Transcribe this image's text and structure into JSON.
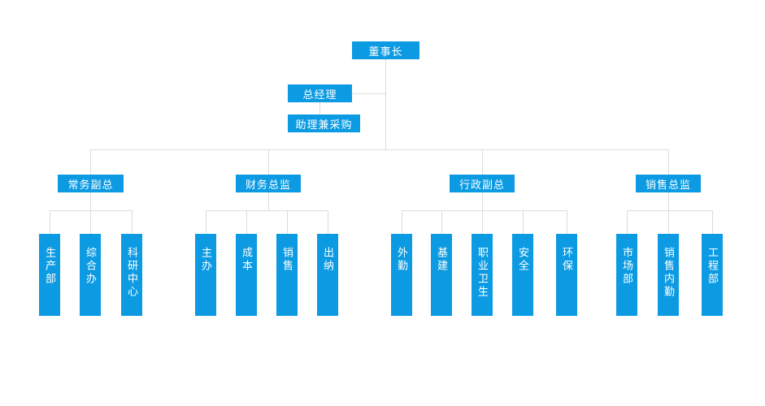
{
  "colors": {
    "node-fill": "#0c9be2",
    "node-text": "#ffffff",
    "connector": "#dcdcdc",
    "page-bg": "#ffffff"
  },
  "org": {
    "root": {
      "label": "董事长"
    },
    "staff": {
      "general_manager": "总经理",
      "assistant": "助理兼采购"
    },
    "branches": [
      {
        "label": "常务副总",
        "children": [
          "生产部",
          "综合办",
          "科研中心"
        ]
      },
      {
        "label": "财务总监",
        "children": [
          "主办",
          "成本",
          "销售",
          "出纳"
        ]
      },
      {
        "label": "行政副总",
        "children": [
          "外勤",
          "基建",
          "职业卫生",
          "安全",
          "环保"
        ]
      },
      {
        "label": "销售总监",
        "children": [
          "市场部",
          "销售内勤",
          "工程部"
        ]
      }
    ]
  }
}
